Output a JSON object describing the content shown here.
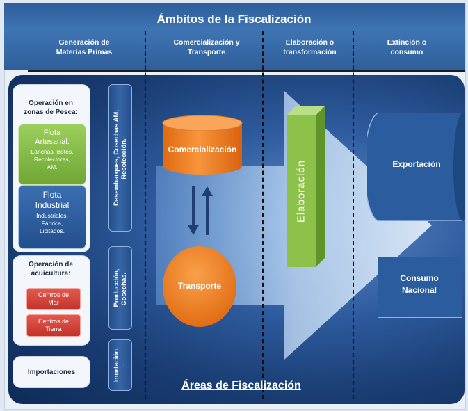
{
  "title": "Ámbitos de la Fiscalización",
  "columns": [
    {
      "line1": "Generación de",
      "line2": "Materias Primas"
    },
    {
      "line1": "Comercialización y",
      "line2": "Transporte"
    },
    {
      "line1": "Elaboración o",
      "line2": "transformación"
    },
    {
      "line1": "Extinción o",
      "line2": "consumo"
    }
  ],
  "left_panel": {
    "pesca_title_1": "Operación en",
    "pesca_title_2": "zonas de Pesca:",
    "flota_artesanal": {
      "t1": "Flota",
      "t2": "Artesanal:",
      "d1": "Lanchas, Botes,",
      "d2": "Recolectores,",
      "d3": "AM."
    },
    "flota_industrial": {
      "t1": "Flota",
      "t2": "Industrial",
      "d1": "Industriales,",
      "d2": "Fábrica,",
      "d3": "Licitados."
    },
    "acui_title_1": "Operación de",
    "acui_title_2": "acuicultura:",
    "centros_mar": {
      "l1": "Centros de",
      "l2": "Mar"
    },
    "centros_tierra": {
      "l1": "Centros de",
      "l2": "Tierra"
    },
    "importaciones": "Importaciones"
  },
  "vertical_bars": {
    "desembarques_1": "Desembarques, Cosechas AM,",
    "desembarques_2": "Recolección.-",
    "produccion_1": "Producción,",
    "produccion_2": "Cosechas.-",
    "importacion_1": "Imortación.",
    "importacion_2": "-"
  },
  "comercializacion": "Comercialización",
  "transporte": "Transporte",
  "elaboracion": "Elaboración",
  "exportacion": "Exportación",
  "consumo_nacional_1": "Consumo",
  "consumo_nacional_2": "Nacional",
  "areas": "Áreas de Fiscalización",
  "colors": {
    "header_blue": "#3f74b3",
    "arrow_fill": "#b8d2ef",
    "green": "#8cc24a",
    "orange": "#f07d1e",
    "red": "#cf3b31",
    "dark_blue": "#193c72"
  }
}
